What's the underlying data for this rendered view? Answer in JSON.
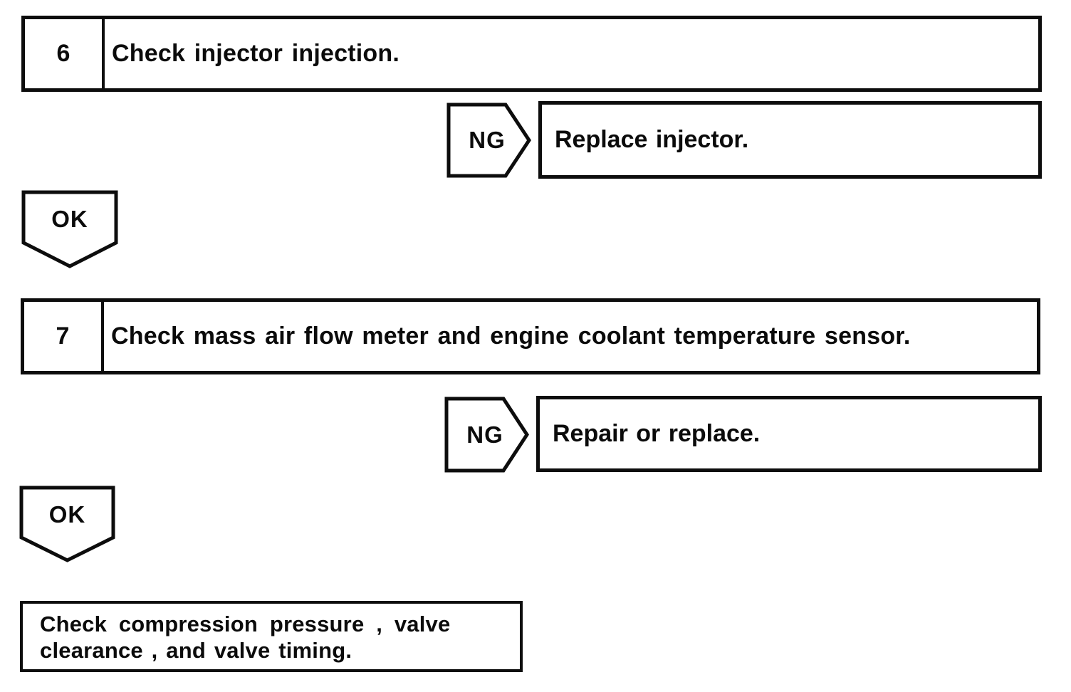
{
  "palette": {
    "ink": "#0d0d0d",
    "paper": "#ffffff"
  },
  "icons": {
    "ng_shape": "pentagon-arrow-right",
    "ok_shape": "pentagon-arrow-down"
  },
  "flowchart": {
    "steps": [
      {
        "number": "6",
        "title": "Check injector injection.",
        "ng_label": "NG",
        "ng_action": "Replace injector.",
        "ok_label": "OK"
      },
      {
        "number": "7",
        "title": "Check mass air flow meter and engine coolant temperature sensor.",
        "ng_label": "NG",
        "ng_action": "Repair or replace.",
        "ok_label": "OK"
      }
    ],
    "final": {
      "line1": "Check compression pressure , valve",
      "line2": "clearance , and valve timing."
    }
  }
}
